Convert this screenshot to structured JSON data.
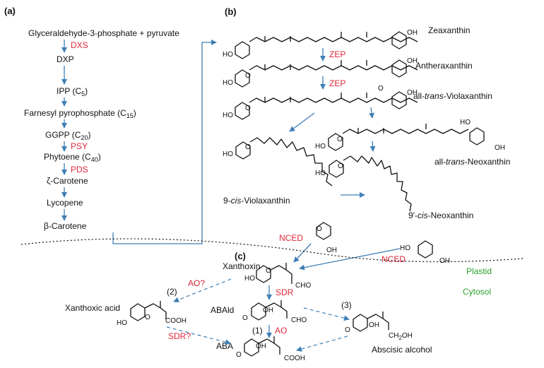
{
  "panels": {
    "a": "(a)",
    "b": "(b)",
    "c": "(c)"
  },
  "pathway_a": {
    "s0": "Glyceraldehyde-3-phosphate + pyruvate",
    "e0": "DXS",
    "s1": "DXP",
    "s2": "IPP (C",
    "s2_sub": "5",
    "s2_end": ")",
    "s3": "Farnesyl pyrophosphate (C",
    "s3_sub": "15",
    "s3_end": ")",
    "s4": "GGPP (C",
    "s4_sub": "20",
    "s4_end": ")",
    "e1": "PSY",
    "s5": "Phytoene (C",
    "s5_sub": "40",
    "s5_end": ")",
    "e2": "PDS",
    "s6": "ζ-Carotene",
    "s7": "Lycopene",
    "s8": "β-Carotene"
  },
  "pathway_b": {
    "zeaxanthin": "Zeaxanthin",
    "antheraxanthin": "Antheraxanthin",
    "viol_pre": "all-",
    "viol_it": "trans",
    "viol_post": "-Violaxanthin",
    "neo_pre": "all-",
    "neo_it": "trans",
    "neo_post": "-Neoxanthin",
    "cisviol_pre": "9-",
    "cisviol_it": "cis",
    "cisviol_post": "-Violaxanthin",
    "cisneo_pre": "9′-",
    "cisneo_it": "cis",
    "cisneo_post": "-Neoxanthin",
    "zep1": "ZEP",
    "zep2": "ZEP",
    "nced1": "NCED",
    "nced2": "NCED"
  },
  "compartments": {
    "plastid": "Plastid",
    "cytosol": "Cytosol"
  },
  "pathway_c": {
    "xanthoxin": "Xanthoxin",
    "xanthoxic": "Xanthoxic acid",
    "abald": "ABAld",
    "aba": "ABA",
    "abscisic_alcohol": "Abscisic alcohol",
    "ao_q": "AO?",
    "sdr": "SDR",
    "sdr_q": "SDR?",
    "ao": "AO",
    "r1": "(1)",
    "r2": "(2)",
    "r3": "(3)"
  },
  "chem_labels": {
    "oh": "OH",
    "ho": "HO",
    "o": "O",
    "cho": "CHO",
    "cooh": "COOH",
    "ch2oh": "CH",
    "ch2oh_sub": "2",
    "ch2oh_end": "OH"
  },
  "colors": {
    "enzyme": "#e0263a",
    "arrow": "#3f7fb5",
    "compartment": "#2ca02c"
  }
}
